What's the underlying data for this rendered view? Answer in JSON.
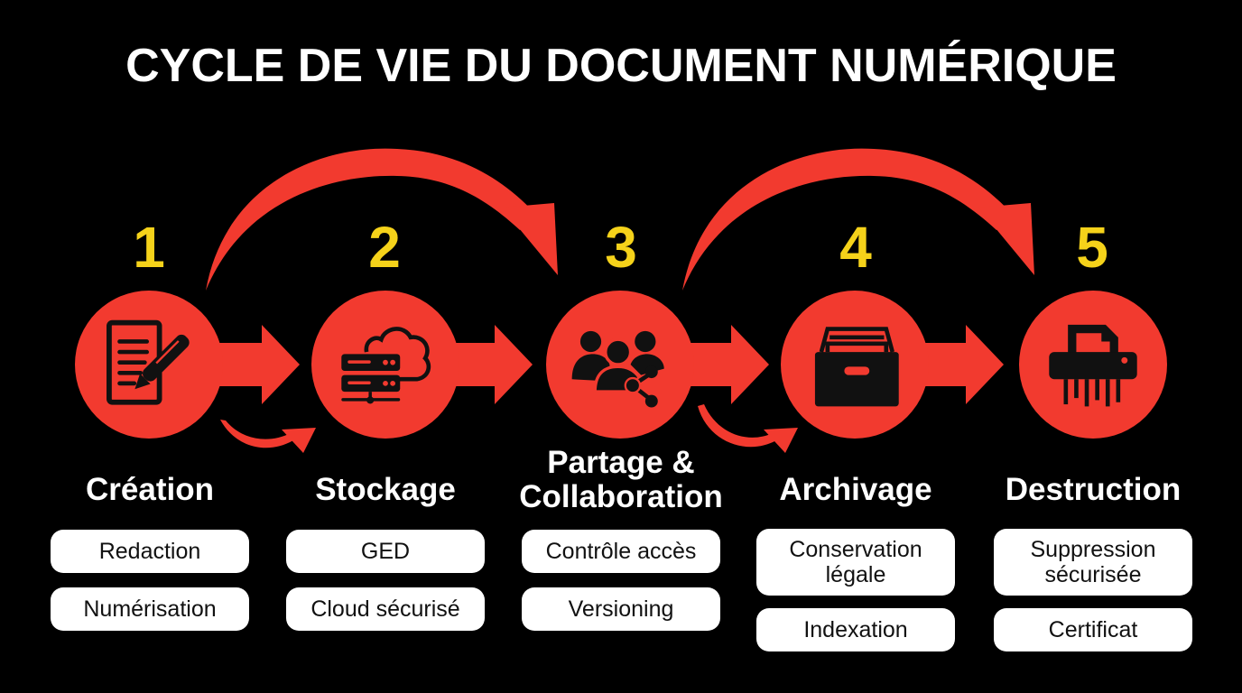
{
  "title": "CYCLE DE VIE DU DOCUMENT NUMÉRIQUE",
  "colors": {
    "background": "#000000",
    "accent_red": "#F23A2F",
    "number_yellow": "#F5D21A",
    "pill_bg": "#FFFFFF",
    "text_white": "#FFFFFF"
  },
  "stages": [
    {
      "number": "1",
      "title": "Création",
      "icon": "document-pen-icon",
      "items": [
        "Redaction",
        "Numérisation"
      ]
    },
    {
      "number": "2",
      "title": "Stockage",
      "icon": "server-cloud-icon",
      "items": [
        "GED",
        "Cloud sécurisé"
      ]
    },
    {
      "number": "3",
      "title": "Partage & Collaboration",
      "title_line1": "Partage &",
      "title_line2": "Collaboration",
      "icon": "users-share-icon",
      "items": [
        "Contrôle accès",
        "Versioning"
      ]
    },
    {
      "number": "4",
      "title": "Archivage",
      "icon": "archive-box-icon",
      "items": [
        "Conservation légale",
        "Indexation"
      ],
      "item0_line1": "Conservation",
      "item0_line2": "légale"
    },
    {
      "number": "5",
      "title": "Destruction",
      "icon": "shredder-icon",
      "items": [
        "Suppression sécurisée",
        "Certificat"
      ],
      "item0_line1": "Suppression",
      "item0_line2": "sécurisée"
    }
  ],
  "connectors": [
    {
      "type": "straight-arrow",
      "from": "1",
      "to": "2"
    },
    {
      "type": "straight-arrow",
      "from": "2",
      "to": "3"
    },
    {
      "type": "straight-arrow",
      "from": "3",
      "to": "4"
    },
    {
      "type": "straight-arrow",
      "from": "4",
      "to": "5"
    },
    {
      "type": "big-curved-arrow",
      "from": "1",
      "to": "3"
    },
    {
      "type": "big-curved-arrow",
      "from": "3",
      "to": "5"
    },
    {
      "type": "small-curved-arrow",
      "from": "1",
      "to": "2"
    },
    {
      "type": "small-curved-arrow",
      "from": "3",
      "to": "4"
    }
  ]
}
